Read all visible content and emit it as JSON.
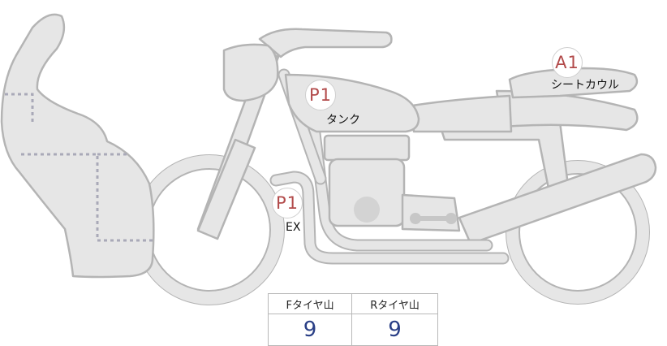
{
  "markers": [
    {
      "id": "tank",
      "code": "P1",
      "label": "タンク"
    },
    {
      "id": "seat-cowl",
      "code": "A1",
      "label": "シートカウル"
    },
    {
      "id": "exhaust",
      "code": "P1",
      "label": "EX"
    }
  ],
  "tread_table": {
    "headers": [
      "Fタイヤ山",
      "Rタイヤ山"
    ],
    "values": [
      "9",
      "9"
    ]
  },
  "colors": {
    "part_fill": "#e6e6e6",
    "outline": "#b4b4b4",
    "marker_text": "#b24a4a",
    "value_text": "#2a3f86",
    "dotted_line": "#a9a9b8"
  }
}
